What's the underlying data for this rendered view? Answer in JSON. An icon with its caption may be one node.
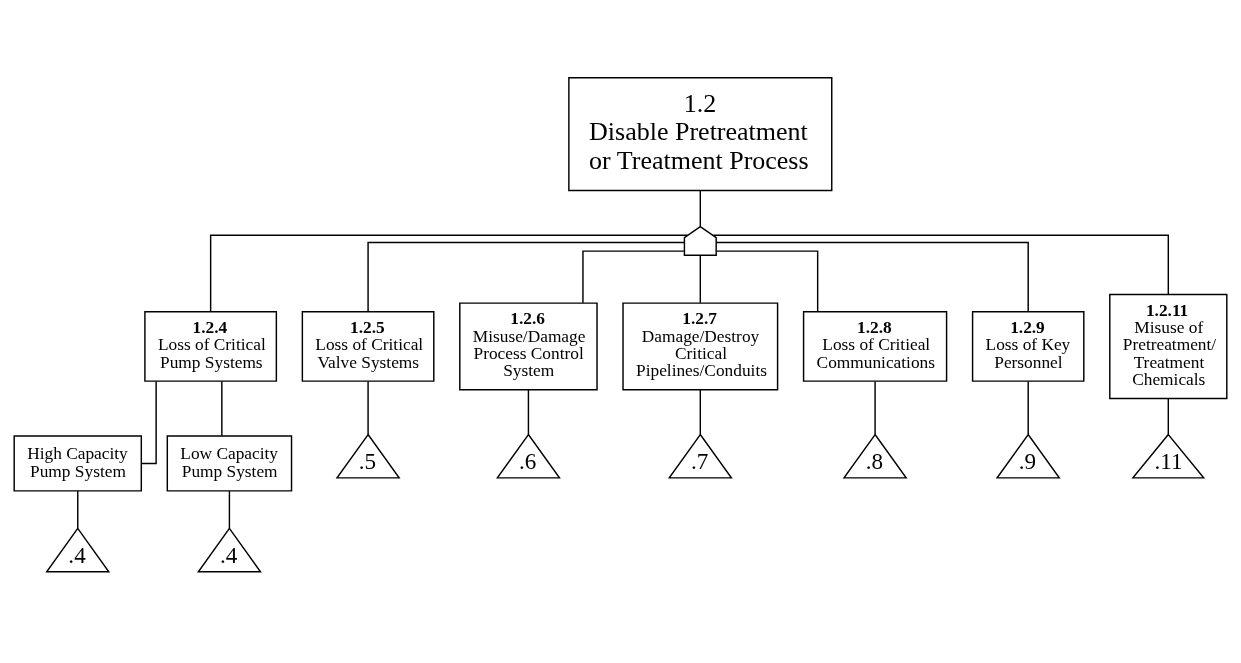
{
  "diagram": {
    "nodes": [
      {
        "text": [
          "1.2",
          "Disable Pretreatment or Treatment Process"
        ]
      },
      {
        "text": [],
        "shape": "gate"
      },
      {
        "text": [
          "1.2.4",
          "Loss of Critical Pump Systems"
        ]
      },
      {
        "text": [
          "1.2.5",
          "Loss of Critical Valve Systems"
        ]
      },
      {
        "text": [
          "1.2.6",
          "Misuse/Damage Process Control System"
        ]
      },
      {
        "text": [
          "1.2.7",
          "Damage/Destroy Critical Pipelines/Conduits"
        ]
      },
      {
        "text": [
          "1.2.8",
          "Loss of Critieal Communications"
        ]
      },
      {
        "text": [
          "1.2.9",
          "Loss of Key Personnel"
        ]
      },
      {
        "text": [
          "1.2.11",
          "Misuse of Pretreatment/ Treatment Chemicals"
        ]
      },
      {
        "text": [
          ".5"
        ]
      },
      {
        "text": [
          ".6"
        ]
      },
      {
        "text": [
          ".7"
        ]
      },
      {
        "text": [
          ".8"
        ]
      },
      {
        "text": [
          ".9"
        ]
      },
      {
        "text": [
          ".11"
        ]
      },
      {
        "text": [
          "High Capacity Pump System"
        ]
      },
      {
        "text": [
          "Low Capacity Pump System"
        ]
      },
      {
        "text": [
          ".4"
        ]
      },
      {
        "text": [
          ".4"
        ]
      }
    ],
    "edges": [
      {
        "from": 0,
        "to": 1,
        "arrow": "none"
      },
      {
        "from": 1,
        "to": 2,
        "arrow": "none"
      },
      {
        "from": 1,
        "to": 3,
        "arrow": "none"
      },
      {
        "from": 1,
        "to": 4,
        "arrow": "none"
      },
      {
        "from": 1,
        "to": 5,
        "arrow": "none"
      },
      {
        "from": 1,
        "to": 6,
        "arrow": "none"
      },
      {
        "from": 1,
        "to": 7,
        "arrow": "none"
      },
      {
        "from": 1,
        "to": 8,
        "arrow": "none"
      },
      {
        "from": 2,
        "to": 15,
        "arrow": "none"
      },
      {
        "from": 2,
        "to": 16,
        "arrow": "none"
      },
      {
        "from": 3,
        "to": 9,
        "arrow": "none"
      },
      {
        "from": 4,
        "to": 10,
        "arrow": "none"
      },
      {
        "from": 5,
        "to": 11,
        "arrow": "none"
      },
      {
        "from": 6,
        "to": 12,
        "arrow": "none"
      },
      {
        "from": 7,
        "to": 13,
        "arrow": "none"
      },
      {
        "from": 8,
        "to": 14,
        "arrow": "none"
      },
      {
        "from": 15,
        "to": 17,
        "arrow": "none"
      },
      {
        "from": 16,
        "to": 18,
        "arrow": "none"
      }
    ]
  }
}
